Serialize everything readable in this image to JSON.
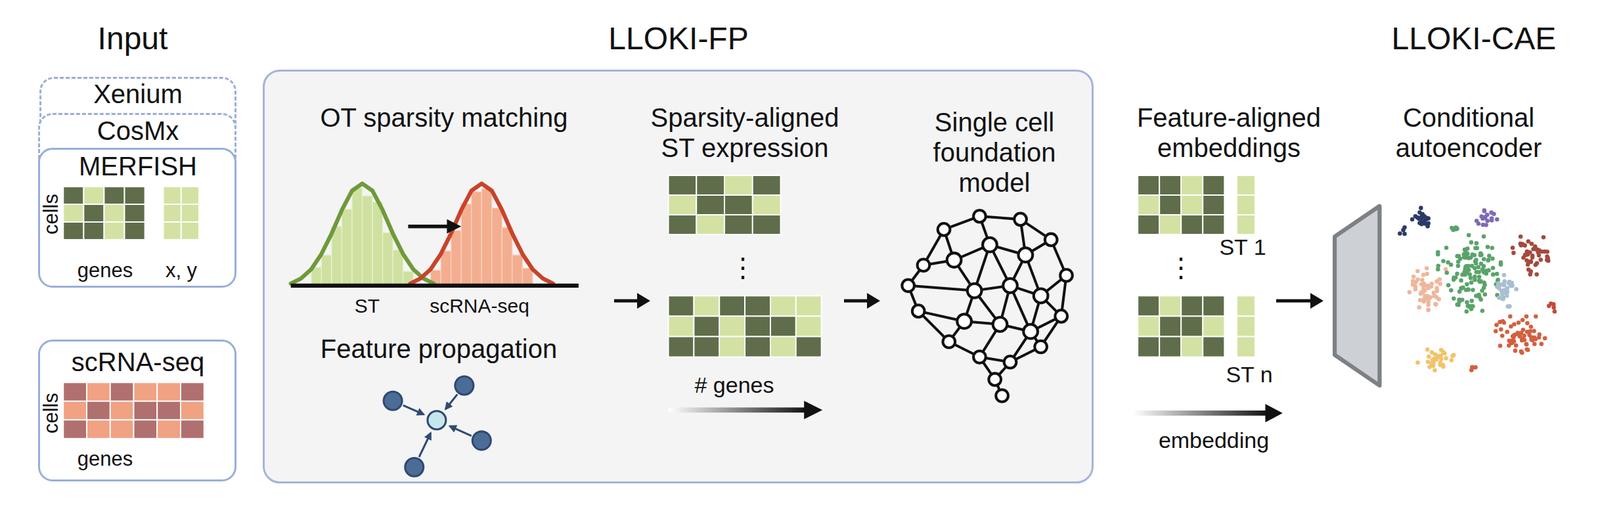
{
  "diagram": {
    "nodes": [
      {
        "text": [
          "Xenium"
        ]
      },
      {
        "text": [
          "CosMx"
        ]
      },
      {
        "text": [
          "MERFISH",
          "cells",
          "genes",
          "x, y"
        ]
      },
      {
        "text": [
          "scRNA-seq",
          "cells",
          "genes"
        ]
      },
      {
        "text": [
          "LLOKI-FP"
        ]
      },
      {
        "text": [
          "OT sparsity matching",
          "ST",
          "scRNA-seq",
          "Feature propagation"
        ],
        "in": 4
      },
      {
        "text": [
          "Sparsity-aligned ST expression",
          "⋮",
          "# genes"
        ],
        "in": 4
      },
      {
        "text": [
          "Single cell foundation model"
        ],
        "in": 4
      },
      {
        "text": [
          "Feature-aligned embeddings",
          "ST 1",
          "⋮",
          "ST n",
          "embedding"
        ]
      },
      {
        "text": [
          "LLOKI-CAE",
          "Conditional autoencoder"
        ]
      }
    ],
    "edges": [
      {
        "from": 5,
        "to": 6,
        "arrow": "to"
      },
      {
        "from": 6,
        "to": 7,
        "arrow": "to"
      },
      {
        "from": 8,
        "to": 9,
        "arrow": "to"
      }
    ],
    "labels": [
      "Input"
    ]
  }
}
